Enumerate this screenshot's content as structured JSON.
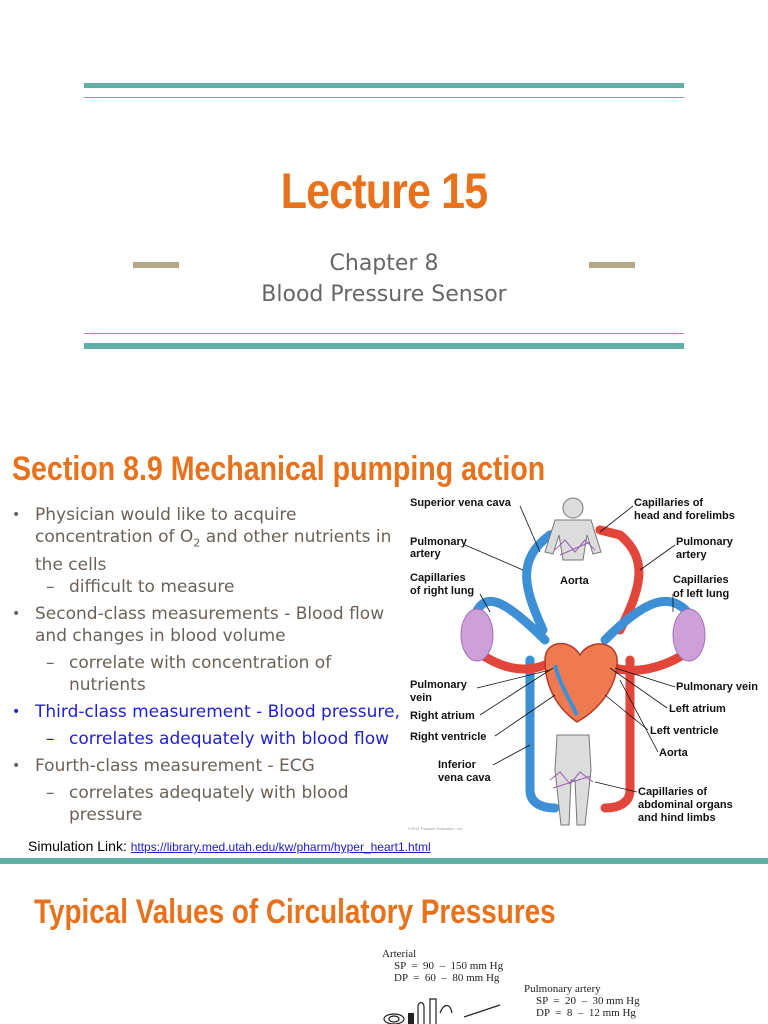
{
  "slide1": {
    "title": "Lecture 15",
    "subtitle_line1": "Chapter 8",
    "subtitle_line2": "Blood Pressure Sensor"
  },
  "slide2": {
    "title": "Section 8.9 Mechanical pumping action",
    "b1_text_a": "Physician would like to acquire concentration of O",
    "b1_sub": "2",
    "b1_text_b": " and other nutrients in the cells",
    "b1_sub1": "difficult to measure",
    "b2_text": "Second-class measurements - Blood flow and changes in blood volume",
    "b2_sub1": "correlate with concentration of nutrients",
    "b3_text": "Third-class measurement - Blood pressure,",
    "b3_sub1": "correlates adequately with blood flow",
    "b4_text": "Fourth-class measurement - ECG",
    "b4_sub1": "correlates adequately with blood pressure",
    "sim_label": "Simulation Link: ",
    "sim_url": "https://library.med.utah.edu/kw/pharm/hyper_heart1.html",
    "diagram": {
      "superior_vena_cava": "Superior vena cava",
      "cap_head_1": "Capillaries of",
      "cap_head_2": "head and forelimbs",
      "pulm_artery_l1": "Pulmonary",
      "pulm_artery_l2": "artery",
      "pulm_artery_r1": "Pulmonary",
      "pulm_artery_r2": "artery",
      "cap_right_lung_1": "Capillaries",
      "cap_right_lung_2": "of right lung",
      "aorta_top": "Aorta",
      "cap_left_lung_1": "Capillaries",
      "cap_left_lung_2": "of left lung",
      "pulm_vein_l1": "Pulmonary",
      "pulm_vein_l2": "vein",
      "pulm_vein_r": "Pulmonary vein",
      "right_atrium": "Right atrium",
      "left_atrium": "Left atrium",
      "right_ventricle": "Right ventricle",
      "left_ventricle": "Left ventricle",
      "aorta_bottom": "Aorta",
      "inf_vena_cava_1": "Inferior",
      "inf_vena_cava_2": "vena cava",
      "cap_abd_1": "Capillaries of",
      "cap_abd_2": "abdominal organs",
      "cap_abd_3": "and hind limbs",
      "copyright": "©2011 Pearson Education, Inc."
    }
  },
  "slide3": {
    "title": "Typical Values of Circulatory Pressures",
    "arterial_label": "Arterial",
    "arterial_sp": "SP  =  90  –  150 mm Hg",
    "arterial_dp": "DP  =  60  –  80 mm Hg",
    "pa_label": "Pulmonary artery",
    "pa_sp": "SP  =  20  –  30 mm Hg",
    "pa_dp": "DP  =  8  –  12 mm Hg"
  },
  "colors": {
    "accent_orange": "#e8711c",
    "teal": "#5fb1a5",
    "dash_tan": "#b3a98a",
    "blood_red": "#e2463a",
    "blood_blue": "#3d8fd6"
  }
}
